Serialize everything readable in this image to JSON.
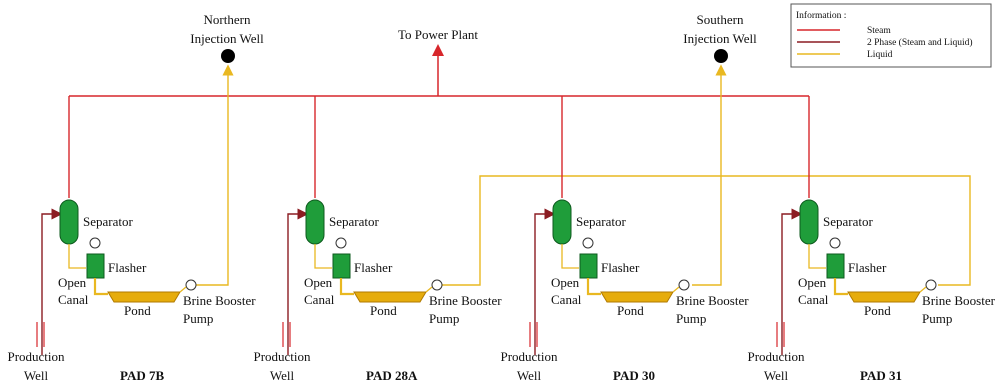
{
  "labels": {
    "northern_well": [
      "Northern",
      "Injection Well"
    ],
    "southern_well": [
      "Southern",
      "Injection Well"
    ],
    "power_plant": "To Power Plant"
  },
  "legend": {
    "title": "Information :",
    "items": [
      {
        "label": "Steam",
        "color": "#d7262b"
      },
      {
        "label": "2 Phase (Steam and Liquid)",
        "color": "#8b1c22"
      },
      {
        "label": "Liquid",
        "color": "#e9b821"
      }
    ]
  },
  "colors": {
    "steam": "#d7262b",
    "two_phase": "#8b1c22",
    "liquid": "#e9b821",
    "vessel": "#1f9d3a",
    "pond": "#e6ac0c",
    "well": "#000000"
  },
  "pads": [
    {
      "name": "PAD 7B",
      "separator": "Separator",
      "flasher": "Flasher",
      "canal": [
        "Open",
        "Canal"
      ],
      "pond": "Pond",
      "pump": [
        "Brine Booster",
        "Pump"
      ],
      "well": [
        "Production",
        "Well"
      ]
    },
    {
      "name": "PAD 28A",
      "separator": "Separator",
      "flasher": "Flasher",
      "canal": [
        "Open",
        "Canal"
      ],
      "pond": "Pond",
      "pump": [
        "Brine Booster",
        "Pump"
      ],
      "well": [
        "Production",
        "Well"
      ]
    },
    {
      "name": "PAD 30",
      "separator": "Separator",
      "flasher": "Flasher",
      "canal": [
        "Open",
        "Canal"
      ],
      "pond": "Pond",
      "pump": [
        "Brine Booster",
        "Pump"
      ],
      "well": [
        "Production",
        "Well"
      ]
    },
    {
      "name": "PAD 31",
      "separator": "Separator",
      "flasher": "Flasher",
      "canal": [
        "Open",
        "Canal"
      ],
      "pond": "Pond",
      "pump": [
        "Brine Booster",
        "Pump"
      ],
      "well": [
        "Production",
        "Well"
      ]
    }
  ]
}
